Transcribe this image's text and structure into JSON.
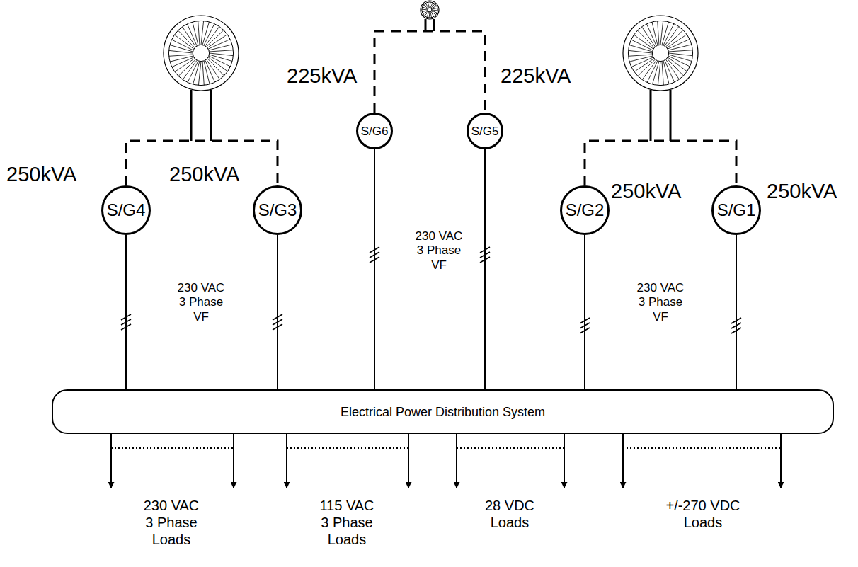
{
  "diagram": {
    "nodes": [
      {
        "text": [
          "250kVA",
          "S/G4"
        ]
      },
      {
        "text": [
          "250kVA",
          "S/G3"
        ]
      },
      {
        "text": [
          "225kVA",
          "S/G6"
        ]
      },
      {
        "text": [
          "225kVA",
          "S/G5"
        ]
      },
      {
        "text": [
          "250kVA",
          "S/G2"
        ]
      },
      {
        "text": [
          "250kVA",
          "S/G1"
        ]
      },
      {
        "text": [
          "Electrical Power Distribution System"
        ]
      }
    ],
    "edges": [
      {
        "from": 0,
        "to": 6,
        "arrow": "none"
      },
      {
        "from": 1,
        "to": 6,
        "arrow": "none"
      },
      {
        "from": 2,
        "to": 6,
        "arrow": "none"
      },
      {
        "from": 3,
        "to": 6,
        "arrow": "none"
      },
      {
        "from": 4,
        "to": 6,
        "arrow": "none"
      },
      {
        "from": 5,
        "to": 6,
        "arrow": "none"
      }
    ],
    "labels": [
      "230 VAC 3 Phase VF",
      "230 VAC 3 Phase VF",
      "230 VAC 3 Phase VF",
      "230 VAC 3 Phase Loads",
      "115 VAC 3 Phase Loads",
      "28 VDC Loads",
      "+/-270 VDC Loads"
    ]
  }
}
